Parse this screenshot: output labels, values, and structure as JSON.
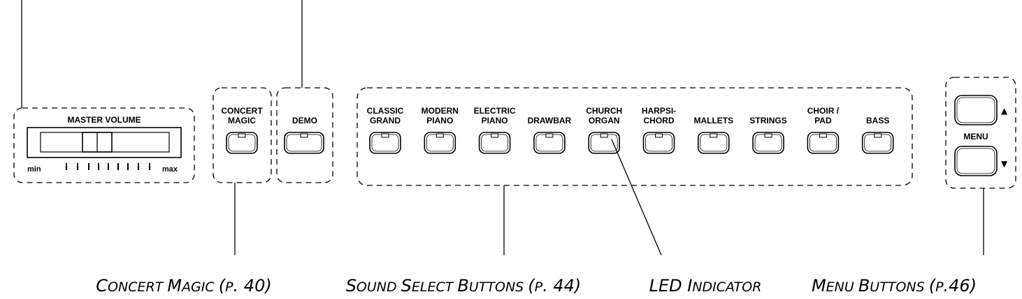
{
  "master_volume": {
    "label": "MASTER VOLUME",
    "min_label": "min",
    "max_label": "max"
  },
  "concert_magic": {
    "line1": "CONCERT",
    "line2": "MAGIC"
  },
  "demo": {
    "label": "DEMO"
  },
  "sound_buttons": [
    {
      "id": "classic-grand",
      "line1": "CLASSIC",
      "line2": "GRAND"
    },
    {
      "id": "modern-piano",
      "line1": "MODERN",
      "line2": "PIANO"
    },
    {
      "id": "electric-piano",
      "line1": "ELECTRIC",
      "line2": "PIANO"
    },
    {
      "id": "drawbar",
      "line1": "DRAWBAR",
      "line2": ""
    },
    {
      "id": "church-organ",
      "line1": "CHURCH",
      "line2": "ORGAN"
    },
    {
      "id": "harpsichord",
      "line1": "HARPSI-",
      "line2": "CHORD"
    },
    {
      "id": "mallets",
      "line1": "MALLETS",
      "line2": ""
    },
    {
      "id": "strings",
      "line1": "STRINGS",
      "line2": ""
    },
    {
      "id": "choir-pad",
      "line1": "CHOIR /",
      "line2": "PAD"
    },
    {
      "id": "bass",
      "line1": "BASS",
      "line2": ""
    }
  ],
  "menu": {
    "label": "MENU",
    "up_arrow": "▲",
    "down_arrow": "▼"
  },
  "callouts": {
    "concert_magic": {
      "C1": "C",
      "R1": "ONCERT ",
      "C2": "M",
      "R2": "AGIC ",
      "P": "(",
      "pp": "P",
      "rest": ". 40)"
    },
    "sound_select": {
      "C1": "S",
      "R1": "OUND ",
      "C2": "S",
      "R2": "ELECT ",
      "C3": "B",
      "R3": "UTTONS ",
      "P": "(",
      "pp": "P",
      "rest": ". 44)"
    },
    "led": {
      "C1": "LED ",
      "C2": "I",
      "R2": "NDICATOR"
    },
    "menu": {
      "C1": "M",
      "R1": "ENU ",
      "C2": "B",
      "R2": "UTTONS ",
      "P": "(",
      "pp": "P",
      "rest": ".46)"
    }
  }
}
